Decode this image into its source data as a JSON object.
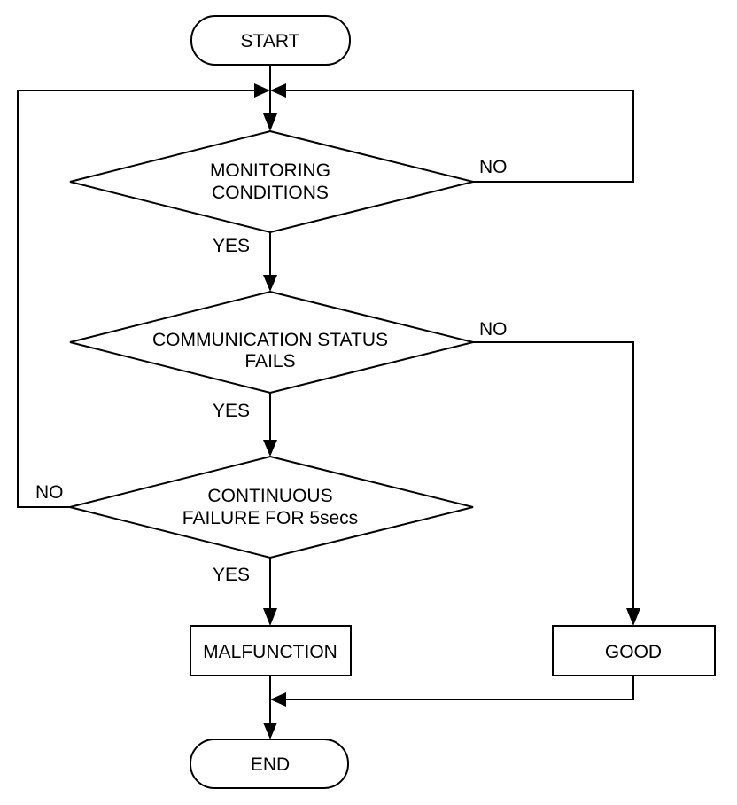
{
  "flowchart": {
    "start": "START",
    "end": "END",
    "decision1": {
      "line1": "MONITORING",
      "line2": "CONDITIONS",
      "yes": "YES",
      "no": "NO"
    },
    "decision2": {
      "line1": "COMMUNICATION STATUS",
      "line2": "FAILS",
      "yes": "YES",
      "no": "NO"
    },
    "decision3": {
      "line1": "CONTINUOUS",
      "line2": "FAILURE FOR 5secs",
      "yes": "YES",
      "no": "NO"
    },
    "malfunction": "MALFUNCTION",
    "good": "GOOD"
  }
}
